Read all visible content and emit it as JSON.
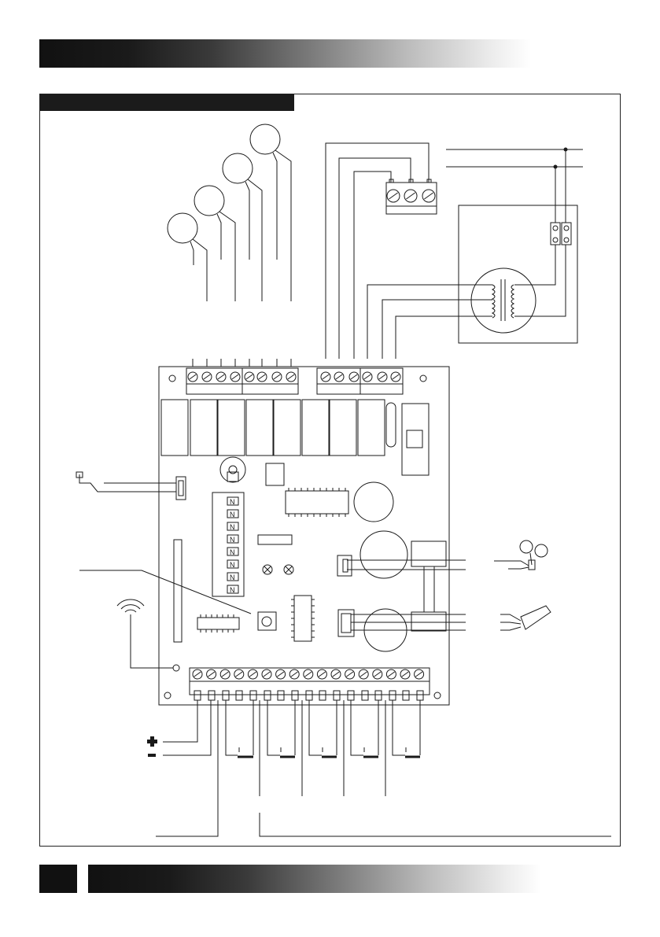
{
  "header": {
    "title": ""
  },
  "section": {
    "title": ""
  },
  "footer": {
    "page_number": ""
  },
  "diagram": {
    "dip_switch_labels": [
      "N",
      "N",
      "N",
      "N",
      "N",
      "N",
      "N",
      "N"
    ],
    "power_symbols": [
      "+",
      "-"
    ],
    "relay_count": 8,
    "terminal_count_bottom": 17
  },
  "colors": {
    "ink": "#1a1a1a",
    "paper": "#ffffff"
  }
}
